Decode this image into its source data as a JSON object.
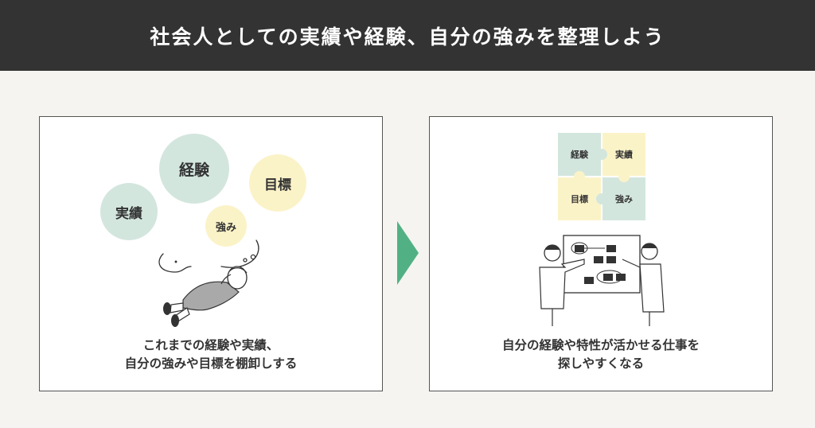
{
  "header": {
    "title": "社会人としての実績や経験、自分の強みを整理しよう"
  },
  "left_panel": {
    "bubbles": {
      "experience": "経験",
      "goal": "目標",
      "achievement": "実績",
      "strength": "強み"
    },
    "caption_line1": "これまでの経験や実績、",
    "caption_line2": "自分の強みや目標を棚卸しする"
  },
  "right_panel": {
    "puzzle": {
      "top_left": "経験",
      "top_right": "実績",
      "bottom_left": "目標",
      "bottom_right": "強み"
    },
    "caption_line1": "自分の経験や特性が活かせる仕事を",
    "caption_line2": "探しやすくなる"
  },
  "colors": {
    "header_bg": "#333333",
    "background": "#f5f4f0",
    "green_bubble": "#d3e6de",
    "yellow_bubble": "#fbf3c8",
    "arrow": "#52b184"
  }
}
